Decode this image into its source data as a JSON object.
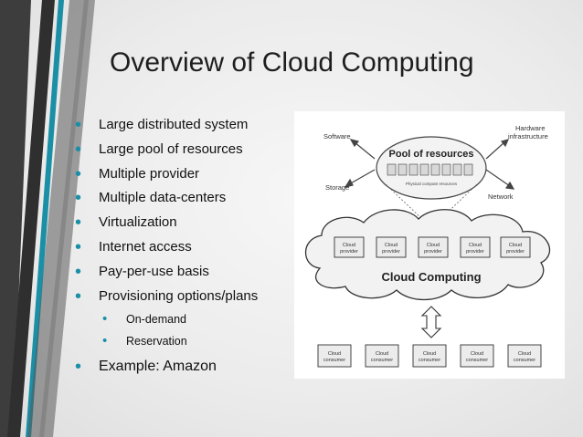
{
  "slide": {
    "title": "Overview of Cloud Computing",
    "bullets": [
      {
        "text": "Large distributed system",
        "level": 1
      },
      {
        "text": "Large pool of resources",
        "level": 1
      },
      {
        "text": "Multiple provider",
        "level": 1
      },
      {
        "text": "Multiple data-centers",
        "level": 1
      },
      {
        "text": "Virtualization",
        "level": 1
      },
      {
        "text": "Internet access",
        "level": 1
      },
      {
        "text": "Pay-per-use basis",
        "level": 1
      },
      {
        "text": "Provisioning options/plans",
        "level": 1
      },
      {
        "text": "On-demand",
        "level": 2
      },
      {
        "text": "Reservation",
        "level": 2
      },
      {
        "text": "Example: Amazon",
        "level": 1
      }
    ],
    "bullet_glyph": "•",
    "accent_color": "#1a8fa6"
  },
  "diagram": {
    "pool_title": "Pool of resources",
    "pool_caption": "Physical compute resources",
    "software": "Software",
    "storage": "Storage",
    "hardware_line1": "Hardware",
    "hardware_line2": "infrastructure",
    "network": "Network",
    "cloud_label": "Cloud Computing",
    "provider_line1": "Cloud",
    "provider_line2": "provider",
    "consumer_line1": "Cloud",
    "consumer_line2": "consumer"
  }
}
